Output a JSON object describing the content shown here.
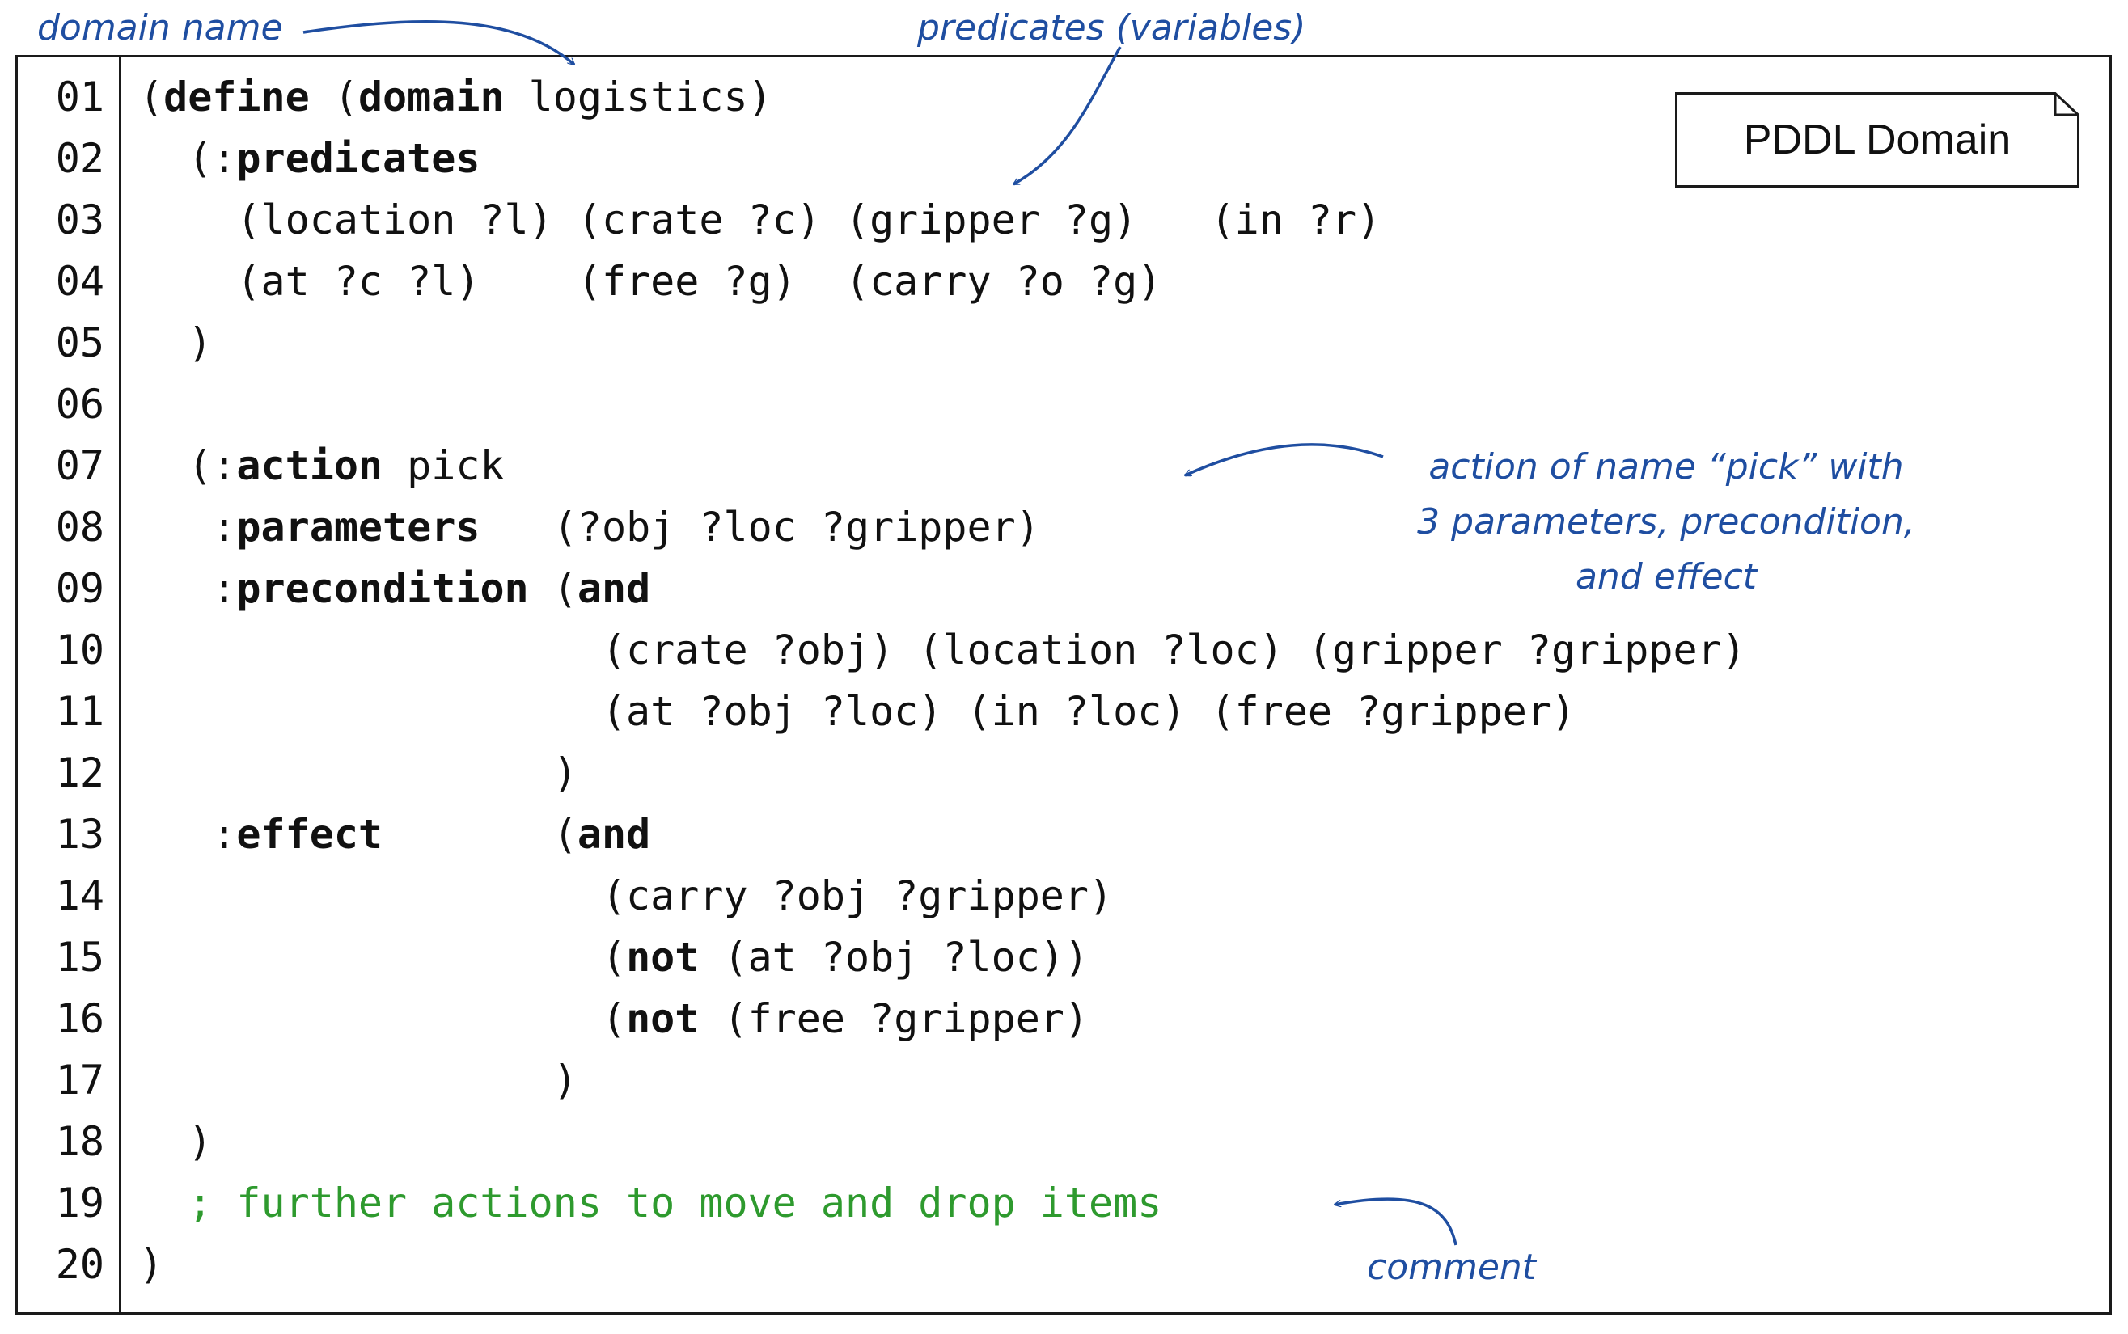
{
  "badge": {
    "title": "PDDL Domain"
  },
  "annotations": {
    "domain_name": "domain name",
    "predicates": "predicates (variables)",
    "action_line1": "action of name “pick” with",
    "action_line2": "3 parameters, precondition,",
    "action_line3": "and effect",
    "comment": "comment"
  },
  "colors": {
    "annotation": "#1f4ea1",
    "comment_code": "#2e9a2e",
    "code": "#111111"
  },
  "lines": [
    {
      "no": "01",
      "segments": [
        {
          "t": "(",
          "b": false
        },
        {
          "t": "define",
          "b": true
        },
        {
          "t": " (",
          "b": false
        },
        {
          "t": "domain",
          "b": true
        },
        {
          "t": " logistics)",
          "b": false
        }
      ]
    },
    {
      "no": "02",
      "segments": [
        {
          "t": "  (:",
          "b": false
        },
        {
          "t": "predicates",
          "b": true
        }
      ]
    },
    {
      "no": "03",
      "segments": [
        {
          "t": "    (location ?l) (crate ?c) (gripper ?g)   (in ?r)",
          "b": false
        }
      ]
    },
    {
      "no": "04",
      "segments": [
        {
          "t": "    (at ?c ?l)    (free ?g)  (carry ?o ?g)",
          "b": false
        }
      ]
    },
    {
      "no": "05",
      "segments": [
        {
          "t": "  )",
          "b": false
        }
      ]
    },
    {
      "no": "06",
      "segments": []
    },
    {
      "no": "07",
      "segments": [
        {
          "t": "  (:",
          "b": false
        },
        {
          "t": "action",
          "b": true
        },
        {
          "t": " pick",
          "b": false
        }
      ]
    },
    {
      "no": "08",
      "segments": [
        {
          "t": "   :",
          "b": false
        },
        {
          "t": "parameters",
          "b": true
        },
        {
          "t": "   (?obj ?loc ?gripper)",
          "b": false
        }
      ]
    },
    {
      "no": "09",
      "segments": [
        {
          "t": "   :",
          "b": false
        },
        {
          "t": "precondition",
          "b": true
        },
        {
          "t": " (",
          "b": false
        },
        {
          "t": "and",
          "b": true
        }
      ]
    },
    {
      "no": "10",
      "segments": [
        {
          "t": "                   (crate ?obj) (location ?loc) (gripper ?gripper)",
          "b": false
        }
      ]
    },
    {
      "no": "11",
      "segments": [
        {
          "t": "                   (at ?obj ?loc) (in ?loc) (free ?gripper)",
          "b": false
        }
      ]
    },
    {
      "no": "12",
      "segments": [
        {
          "t": "                 )",
          "b": false
        }
      ]
    },
    {
      "no": "13",
      "segments": [
        {
          "t": "   :",
          "b": false
        },
        {
          "t": "effect",
          "b": true
        },
        {
          "t": "       (",
          "b": false
        },
        {
          "t": "and",
          "b": true
        }
      ]
    },
    {
      "no": "14",
      "segments": [
        {
          "t": "                   (carry ?obj ?gripper)",
          "b": false
        }
      ]
    },
    {
      "no": "15",
      "segments": [
        {
          "t": "                   (",
          "b": false
        },
        {
          "t": "not",
          "b": true
        },
        {
          "t": " (at ?obj ?loc))",
          "b": false
        }
      ]
    },
    {
      "no": "16",
      "segments": [
        {
          "t": "                   (",
          "b": false
        },
        {
          "t": "not",
          "b": true
        },
        {
          "t": " (free ?gripper)",
          "b": false
        }
      ]
    },
    {
      "no": "17",
      "segments": [
        {
          "t": "                 )",
          "b": false
        }
      ]
    },
    {
      "no": "18",
      "segments": [
        {
          "t": "  )",
          "b": false
        }
      ]
    },
    {
      "no": "19",
      "segments": [
        {
          "t": "  ; further actions to move and drop items",
          "b": false,
          "c": "comment"
        }
      ]
    },
    {
      "no": "20",
      "segments": [
        {
          "t": ")",
          "b": false
        }
      ]
    }
  ]
}
